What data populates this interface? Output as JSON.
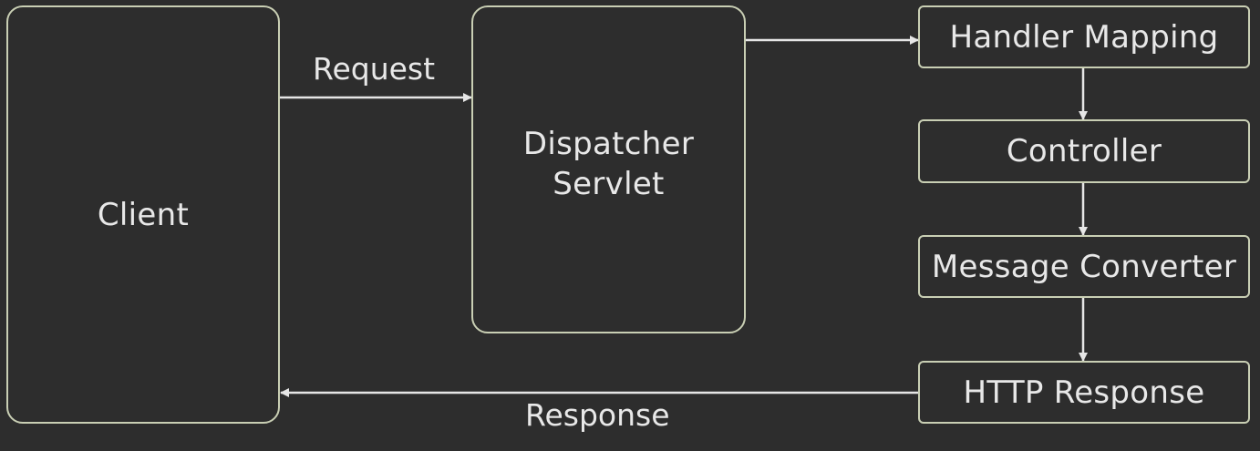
{
  "colors": {
    "background": "#2d2d2d",
    "border": "#c9cfb4",
    "text": "#e8e8e8",
    "arrow": "#e6e6e6"
  },
  "nodes": {
    "client": "Client",
    "dispatcher_line1": "Dispatcher",
    "dispatcher_line2": "Servlet",
    "handler_mapping": "Handler Mapping",
    "controller": "Controller",
    "message_converter": "Message Converter",
    "http_response": "HTTP Response"
  },
  "edges": {
    "request": "Request",
    "response": "Response"
  }
}
